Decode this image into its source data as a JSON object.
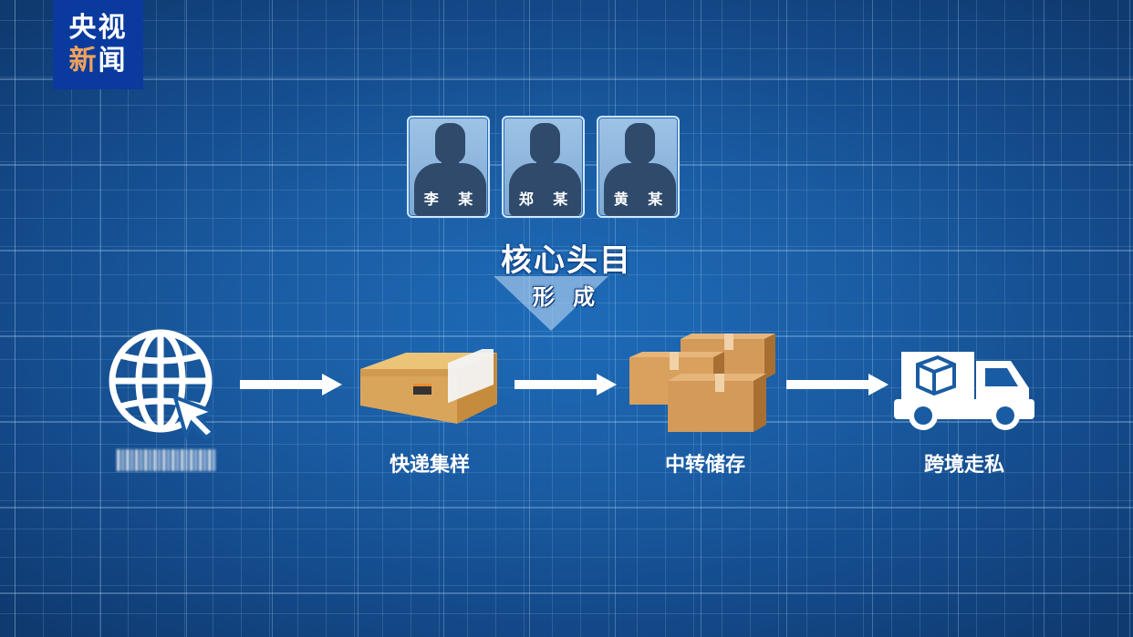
{
  "logo": {
    "line1": "央视",
    "line2a": "新",
    "line2b": "闻"
  },
  "ringleaders": {
    "people": [
      {
        "name": "李 某"
      },
      {
        "name": "郑 某"
      },
      {
        "name": "黄 某"
      }
    ],
    "title": "核心头目",
    "subtitle": "形 成"
  },
  "flow": {
    "steps": [
      {
        "icon": "globe-cursor-icon",
        "label": ""
      },
      {
        "icon": "parcel-box-icon",
        "label": "快递集样"
      },
      {
        "icon": "stacked-boxes-icon",
        "label": "中转储存"
      },
      {
        "icon": "delivery-truck-icon",
        "label": "跨境走私"
      }
    ]
  },
  "colors": {
    "background": "#1a5ca3",
    "logo_bg": "#0a3a9e",
    "logo_accent": "#f0a35c",
    "box": "#d9a55a"
  }
}
